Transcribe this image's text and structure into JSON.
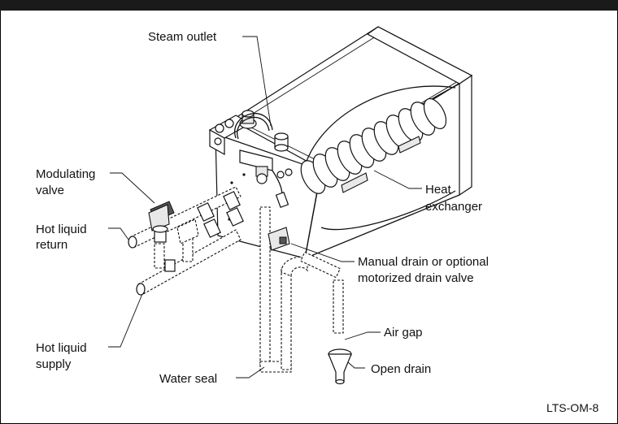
{
  "labels": {
    "steam_outlet": "Steam outlet",
    "modulating_valve_1": "Modulating",
    "modulating_valve_2": "valve",
    "hot_liquid_return_1": "Hot liquid",
    "hot_liquid_return_2": "return",
    "hot_liquid_supply_1": "Hot liquid",
    "hot_liquid_supply_2": "supply",
    "heat_exchanger_1": "Heat",
    "heat_exchanger_2": "exchanger",
    "manual_drain_1": "Manual drain or optional",
    "manual_drain_2": "motorized drain valve",
    "air_gap": "Air gap",
    "open_drain": "Open drain",
    "water_seal": "Water seal"
  },
  "figure_id": "LTS-OM-8"
}
